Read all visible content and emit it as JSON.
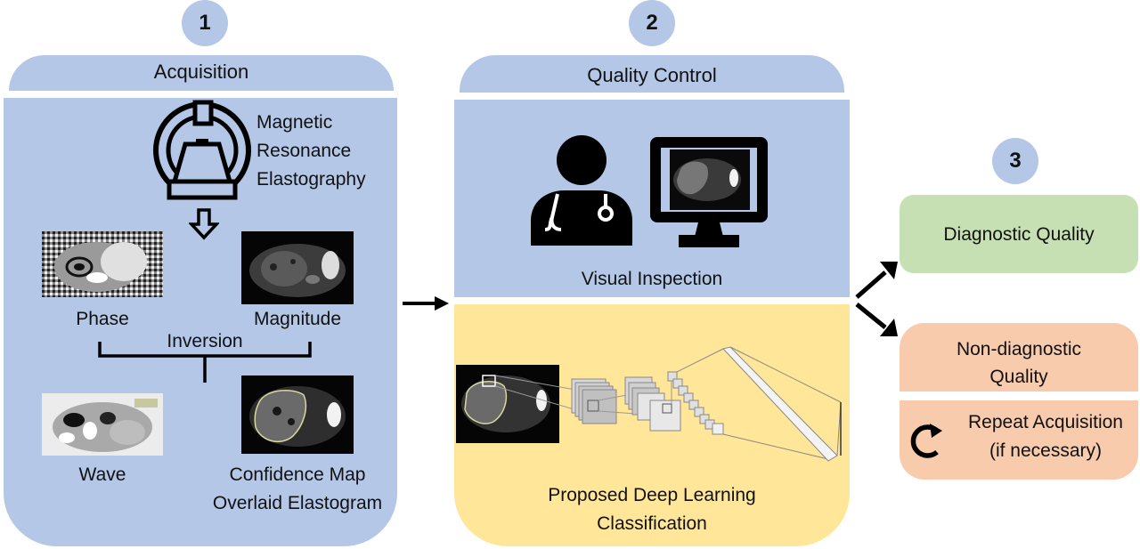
{
  "steps": {
    "one": "1",
    "two": "2",
    "three": "3"
  },
  "acquisition": {
    "title": "Acquisition",
    "scanner_label": [
      "Magnetic",
      "Resonance",
      "Elastography"
    ],
    "phase": "Phase",
    "magnitude": "Magnitude",
    "inversion": "Inversion",
    "wave": "Wave",
    "confidence": [
      "Confidence Map",
      "Overlaid Elastogram"
    ]
  },
  "quality_control": {
    "title": "Quality Control",
    "visual_inspection": "Visual Inspection",
    "deep_learning": [
      "Proposed Deep Learning",
      "Classification"
    ]
  },
  "outcomes": {
    "diagnostic": "Diagnostic Quality",
    "non_diagnostic": [
      "Non-diagnostic",
      "Quality"
    ],
    "repeat": [
      "Repeat Acquisition",
      "(if necessary)"
    ]
  },
  "colors": {
    "panel_blue": "#b4c7e7",
    "panel_yellow": "#ffe699",
    "diagnostic_green": "#c6e0b4",
    "non_diagnostic_orange": "#f8cbad",
    "badge": "#b4c7e7"
  }
}
